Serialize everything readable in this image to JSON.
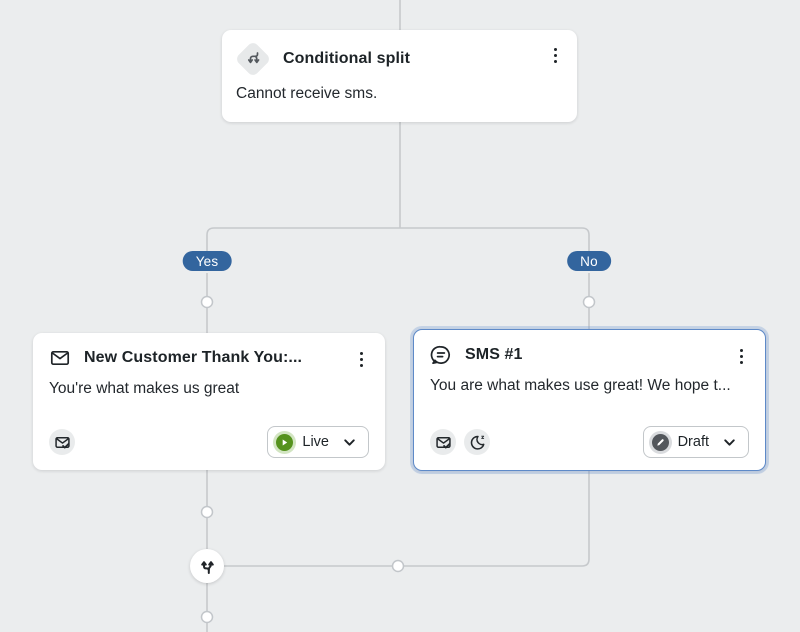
{
  "flow": {
    "conditional_split": {
      "title": "Conditional split",
      "description": "Cannot receive sms."
    },
    "branch_labels": {
      "yes": "Yes",
      "no": "No"
    },
    "email_card": {
      "title": "New Customer Thank You:...",
      "preview": "You're what makes us great",
      "status_label": "Live"
    },
    "sms_card": {
      "title": "SMS #1",
      "preview": "You are what makes use great! We hope t...",
      "status_label": "Draft"
    }
  },
  "icons": {
    "conditional_split": "conditional-split-icon",
    "email_header": "email-icon",
    "sms_header": "sms-icon",
    "email_check": "email-check-icon",
    "quiet_hours": "quiet-hours-icon",
    "live": "live-status-icon",
    "draft": "draft-status-icon",
    "chevron": "chevron-down-icon",
    "merge": "merge-paths-icon",
    "menu": "kebab-menu-icon"
  },
  "colors": {
    "background": "#ebedee",
    "connector_line": "#c6c9cc",
    "branch_pill_blue": "#33659e",
    "selected_card_border": "#5e8ac8",
    "live_green": "#55921e",
    "draft_gray": "#53575c",
    "card_background": "#ffffff"
  }
}
